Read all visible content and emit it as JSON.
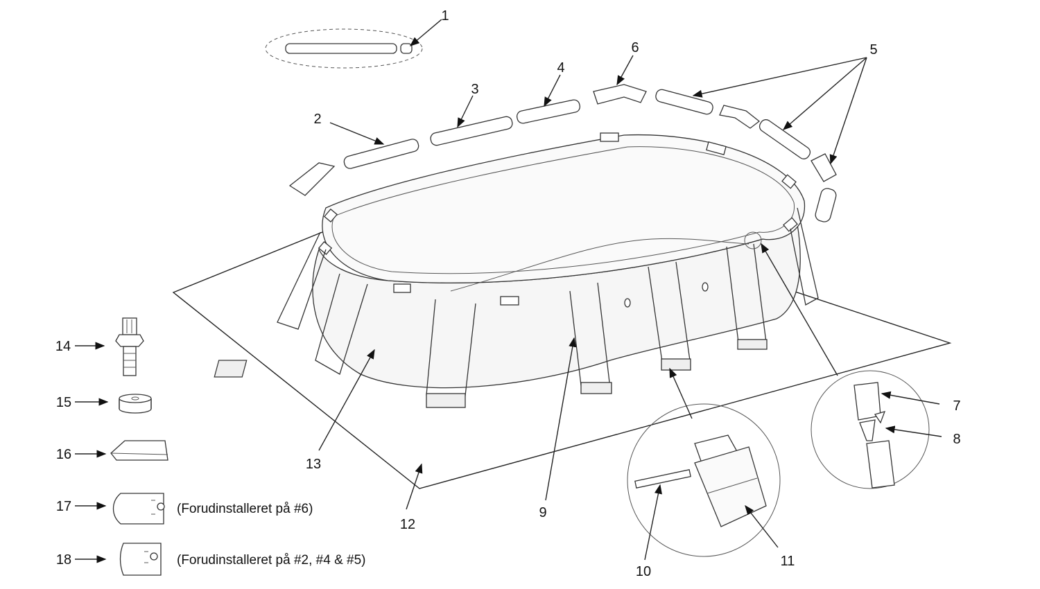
{
  "callouts": {
    "c1": "1",
    "c2": "2",
    "c3": "3",
    "c4": "4",
    "c5": "5",
    "c6": "6",
    "c7": "7",
    "c8": "8",
    "c9": "9",
    "c10": "10",
    "c11": "11",
    "c12": "12",
    "c13": "13",
    "c14": "14",
    "c15": "15",
    "c16": "16",
    "c17": "17",
    "c18": "18"
  },
  "notes": {
    "n17": "(Forudinstalleret på #6)",
    "n18": "(Forudinstalleret på #2, #4 & #5)"
  },
  "colors": {
    "line": "#222222",
    "part_fill": "#ffffff",
    "shade": "#e8e8e8"
  }
}
